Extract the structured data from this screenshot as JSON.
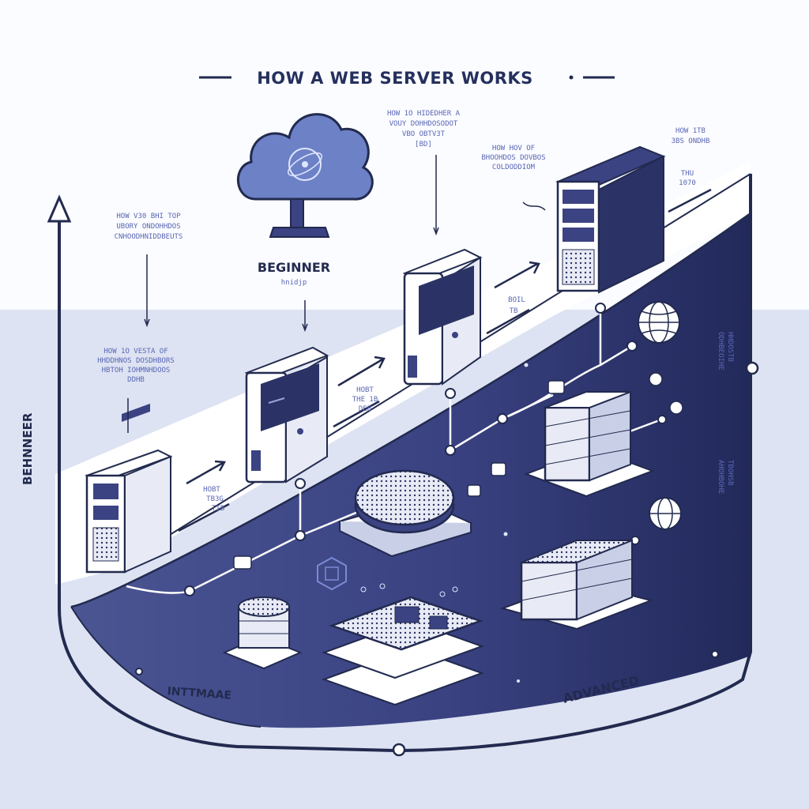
{
  "title": "HOW A WEB SERVER WORKS",
  "stages": {
    "beginner_label": "BEGINNER",
    "beginner_sublabel": "hnidjp",
    "axis_label": "BEHNNEER",
    "intermediate_label": "INTTMAAE",
    "advanced_label": "ADVANCED"
  },
  "annotations": {
    "a1": [
      "HOW V30 BHI TOP",
      "UBORY ONDOHHDOS",
      "CNHOODHNIDDBEUTS"
    ],
    "a2": [
      "HOW 1O VESTA OF",
      "HHDDHNOS DOSDHBORS",
      "HBTOH IOHMNHDOOS",
      "DDHB"
    ],
    "a3": [
      "HOW 1O HIDEDHER A",
      "VOUY DOHHDOSODOT",
      "VBO OBTV3T",
      "[BD]"
    ],
    "a4": [
      "HOW HOV OF",
      "BHOOHDOS DOVBOS",
      "COLDODDIOM"
    ],
    "a5": [
      "HOW 1TB",
      "3BS ONDHB"
    ],
    "a6": [
      "THU",
      "1070"
    ],
    "a7": [
      "HOBT",
      "TB3G",
      "TIB"
    ],
    "a8": [
      "HOBT",
      "THE 1B",
      "DEB"
    ],
    "a9": [
      "BOIL",
      "TB"
    ],
    "a10": [
      "ODHBEOIHE",
      "HHDOSTB"
    ],
    "a11": [
      "AHOHBOHE",
      "TBOHSB"
    ]
  },
  "colors": {
    "navy": "#22295a",
    "mid_blue": "#3b4382",
    "accent_blue": "#5a67b4",
    "light_blue": "#dde3f2",
    "cloud_blue": "#6d81c6"
  }
}
